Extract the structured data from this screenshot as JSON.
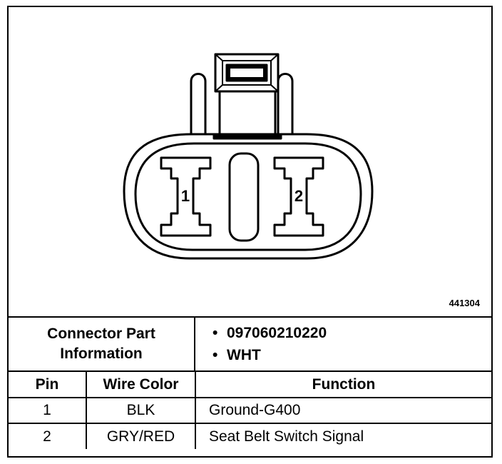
{
  "diagram": {
    "figure_id": "441304",
    "pin_labels": [
      "1",
      "2"
    ]
  },
  "connector_info": {
    "label": "Connector Part\nInformation",
    "items": [
      "097060210220",
      "WHT"
    ]
  },
  "table": {
    "headers": {
      "pin": "Pin",
      "wire_color": "Wire Color",
      "function": "Function"
    },
    "rows": [
      {
        "pin": "1",
        "wire_color": "BLK",
        "function": "Ground-G400"
      },
      {
        "pin": "2",
        "wire_color": "GRY/RED",
        "function": "Seat Belt Switch Signal"
      }
    ]
  }
}
